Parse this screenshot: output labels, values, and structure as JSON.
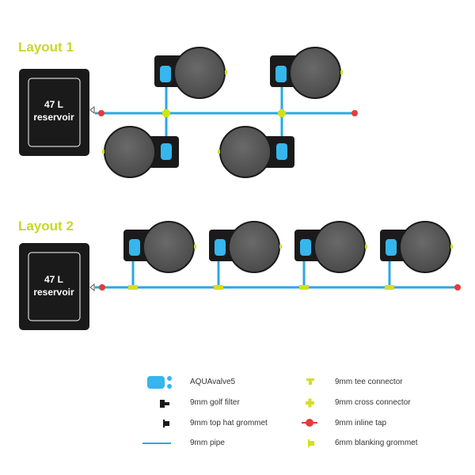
{
  "layouts": [
    {
      "title": "Layout 1",
      "reservoir": {
        "capacity": "47 L",
        "name": "reservoir"
      }
    },
    {
      "title": "Layout 2",
      "reservoir": {
        "capacity": "47 L",
        "name": "reservoir"
      }
    }
  ],
  "legend": {
    "aquavalve": "AQUAvalve5",
    "golf_filter": "9mm golf filter",
    "top_hat": "9mm top hat grommet",
    "pipe": "9mm pipe",
    "tee": "9mm tee connector",
    "cross": "9mm cross connector",
    "inline_tap": "9mm inline tap",
    "blanking": "6mm blanking grommet"
  },
  "colors": {
    "pipe": "#29a9e0",
    "connector": "#d4e01c",
    "tap": "#e83a3a",
    "valve": "#35b6ec",
    "pot": "#555555",
    "box": "#1a1a1a",
    "title": "#c8d72a"
  },
  "icons": [
    "aquavalve-icon",
    "golf-filter-icon",
    "top-hat-grommet-icon",
    "pipe-icon",
    "tee-connector-icon",
    "cross-connector-icon",
    "inline-tap-icon",
    "blanking-grommet-icon"
  ]
}
